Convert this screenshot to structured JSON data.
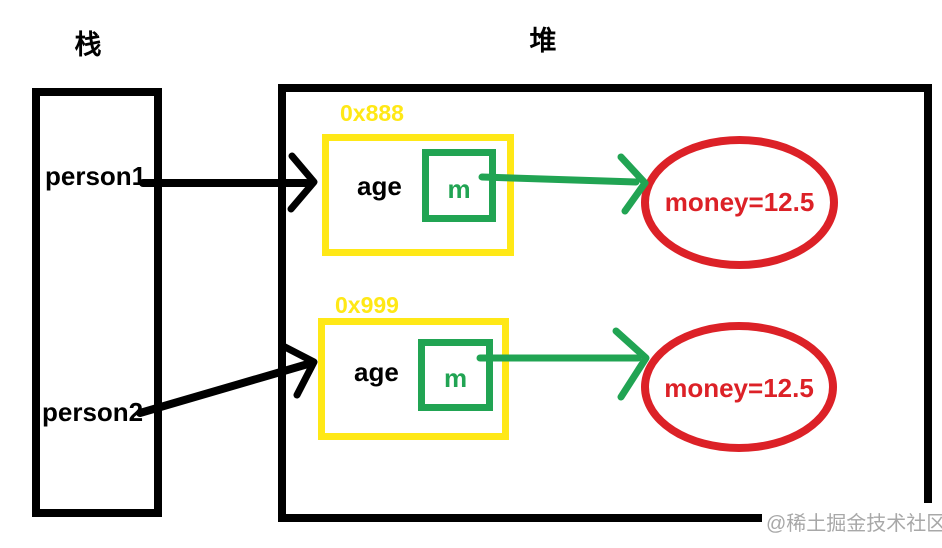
{
  "diagram": {
    "stack": {
      "title": "栈",
      "items": [
        {
          "label": "person1"
        },
        {
          "label": "person2"
        }
      ]
    },
    "heap": {
      "title": "堆",
      "objects": [
        {
          "address": "0x888",
          "field_label": "age",
          "ref_label": "m",
          "target_value": "money=12.5"
        },
        {
          "address": "0x999",
          "field_label": "age",
          "ref_label": "m",
          "target_value": "money=12.5"
        }
      ]
    },
    "watermark": "@稀土掘金技术社区",
    "colors": {
      "outline": "#000000",
      "object_box": "#ffe816",
      "reference": "#21a453",
      "value_ellipse": "#dc2127",
      "watermark_text": "#a8a8a8"
    }
  }
}
